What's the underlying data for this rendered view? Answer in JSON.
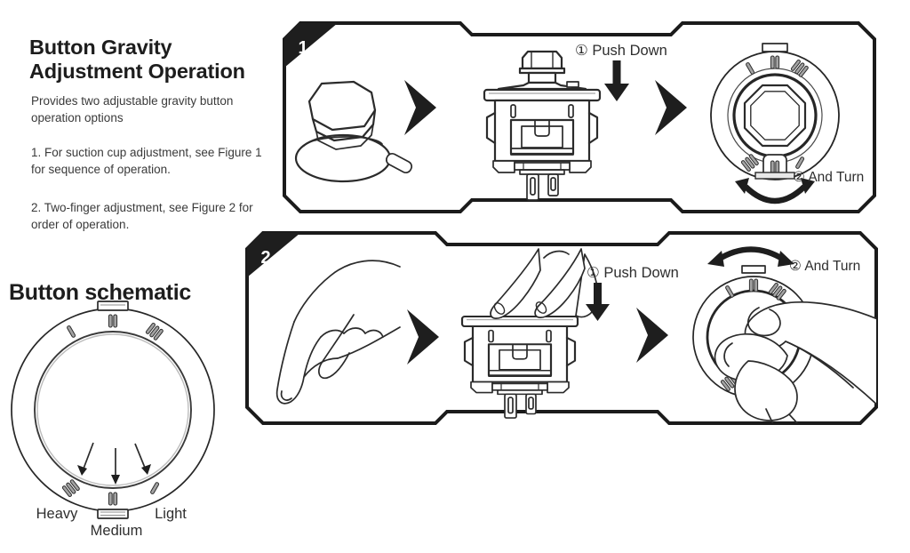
{
  "colors": {
    "ink": "#1e1e1e",
    "text": "#3a3a3a",
    "mark_fill": "#a3a3a3"
  },
  "intro": {
    "title": "Button Gravity Adjustment Operation",
    "subtitle": "Provides two adjustable gravity button operation options",
    "item1": "1. For suction cup adjustment, see Figure 1 for sequence of operation.",
    "item2": "2. Two-finger adjustment, see Figure 2 for order of operation."
  },
  "schematic": {
    "heading": "Button schematic",
    "labels": {
      "heavy": "Heavy",
      "medium": "Medium",
      "light": "Light"
    }
  },
  "figures": [
    {
      "badge": "1",
      "push_label": "① Push Down",
      "turn_label": "② And Turn"
    },
    {
      "badge": "2",
      "push_label": "① Push Down",
      "turn_label": "② And Turn"
    }
  ]
}
